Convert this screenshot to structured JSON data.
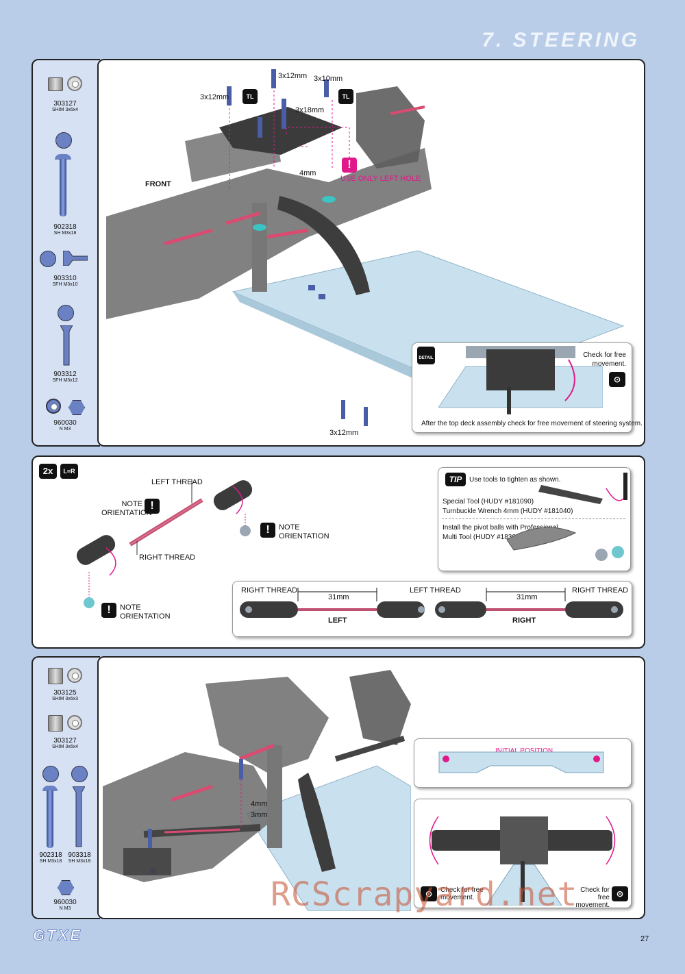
{
  "header": {
    "title": "7. STEERING"
  },
  "step1": {
    "parts": [
      {
        "number": "303127",
        "desc": "SHIM 3x6x4"
      },
      {
        "number": "902318",
        "desc": "SH M3x18"
      },
      {
        "number": "903310",
        "desc": "SFH M3x10"
      },
      {
        "number": "903312",
        "desc": "SFH M3x12"
      },
      {
        "number": "960030",
        "desc": "N M3"
      }
    ],
    "labels": {
      "screw_3x12_top": "3x12mm",
      "screw_3x12_left": "3x12mm",
      "screw_3x10": "3x10mm",
      "screw_3x18": "3x18mm",
      "shim_4mm": "4mm",
      "warning": "USE ONLY LEFT HOLE",
      "front": "FRONT",
      "screw_3x12_bottom": "3x12mm",
      "tl_icon": "TL"
    },
    "detail": {
      "icon": "DETAIL",
      "check": "Check for free movement.",
      "caption": "After the top deck assembly check for free movement of steering system."
    }
  },
  "step2": {
    "quantity": "2x",
    "lr_icon": "L=R",
    "labels": {
      "left_thread": "LEFT THREAD",
      "right_thread": "RIGHT THREAD",
      "note_orientation_1": "NOTE ORIENTATION",
      "note_orientation_2": "NOTE ORIENTATION",
      "note_orientation_3": "NOTE ORIENTATION"
    },
    "tip": {
      "badge": "TIP",
      "title": "Use tools to tighten as shown.",
      "tool_1": "Special Tool (HUDY #181090)",
      "tool_2": "Turnbuckle Wrench 4mm (HUDY #181040)",
      "pivot_1": "Install the pivot balls with Professional",
      "pivot_2": "Multi Tool (HUDY #183011)."
    },
    "measure": {
      "right_thread_a": "RIGHT THREAD",
      "left_thread": "LEFT THREAD",
      "right_thread_b": "RIGHT THREAD",
      "length_left": "31mm",
      "length_right": "31mm",
      "left_label": "LEFT",
      "right_label": "RIGHT"
    }
  },
  "step3": {
    "parts": [
      {
        "number": "303125",
        "desc": "SHIM 3x6x3"
      },
      {
        "number": "303127",
        "desc": "SHIM 3x6x4"
      },
      {
        "number": "902318",
        "desc": "SH M3x18"
      },
      {
        "number": "903318",
        "desc": "SH M3x18"
      },
      {
        "number": "960030",
        "desc": "N M3"
      }
    ],
    "labels": {
      "shim_4mm": "4mm",
      "shim_3mm": "3mm"
    },
    "initial_position": "INITIAL POSITION",
    "check_left": "Check for free movement.",
    "check_right": "Check for free movement."
  },
  "footer": {
    "logo": "GTXE",
    "page": "27",
    "watermark": "RCScrapyard.net"
  },
  "colors": {
    "background": "#b9cde9",
    "accent": "#e0198a",
    "sidebar": "#d6e1f3",
    "chassis": "#c9e1ef"
  }
}
